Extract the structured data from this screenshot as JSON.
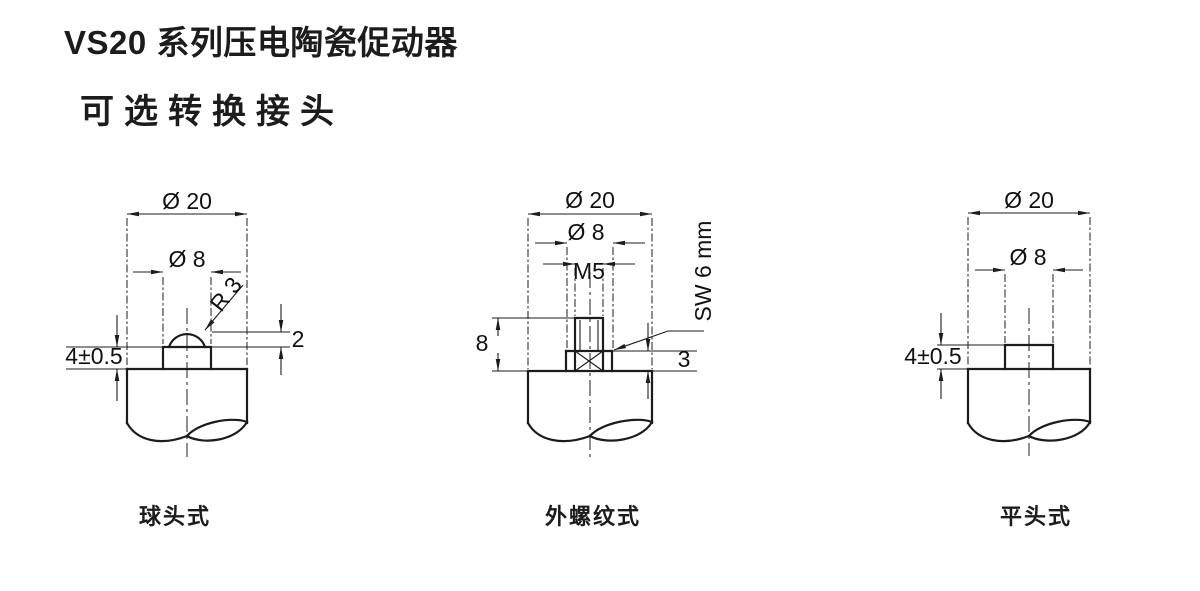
{
  "page": {
    "title": "VS20 系列压电陶瓷促动器",
    "subtitle": "可选转换接头"
  },
  "colors": {
    "line": "#1c1c1c",
    "background": "#ffffff"
  },
  "drawings": [
    {
      "id": "ball-head",
      "caption": "球头式",
      "dims": {
        "dia20": "Ø 20",
        "dia8": "Ø 8",
        "radius": "R 3",
        "tip": "2",
        "height": "4±0.5"
      }
    },
    {
      "id": "external-thread",
      "caption": "外螺纹式",
      "dims": {
        "dia20": "Ø 20",
        "dia8": "Ø 8",
        "thread": "M5",
        "wrench": "SW 6 mm",
        "stud": "8",
        "hex": "3"
      }
    },
    {
      "id": "flat-head",
      "caption": "平头式",
      "dims": {
        "dia20": "Ø 20",
        "dia8": "Ø 8",
        "height": "4±0.5"
      }
    }
  ]
}
